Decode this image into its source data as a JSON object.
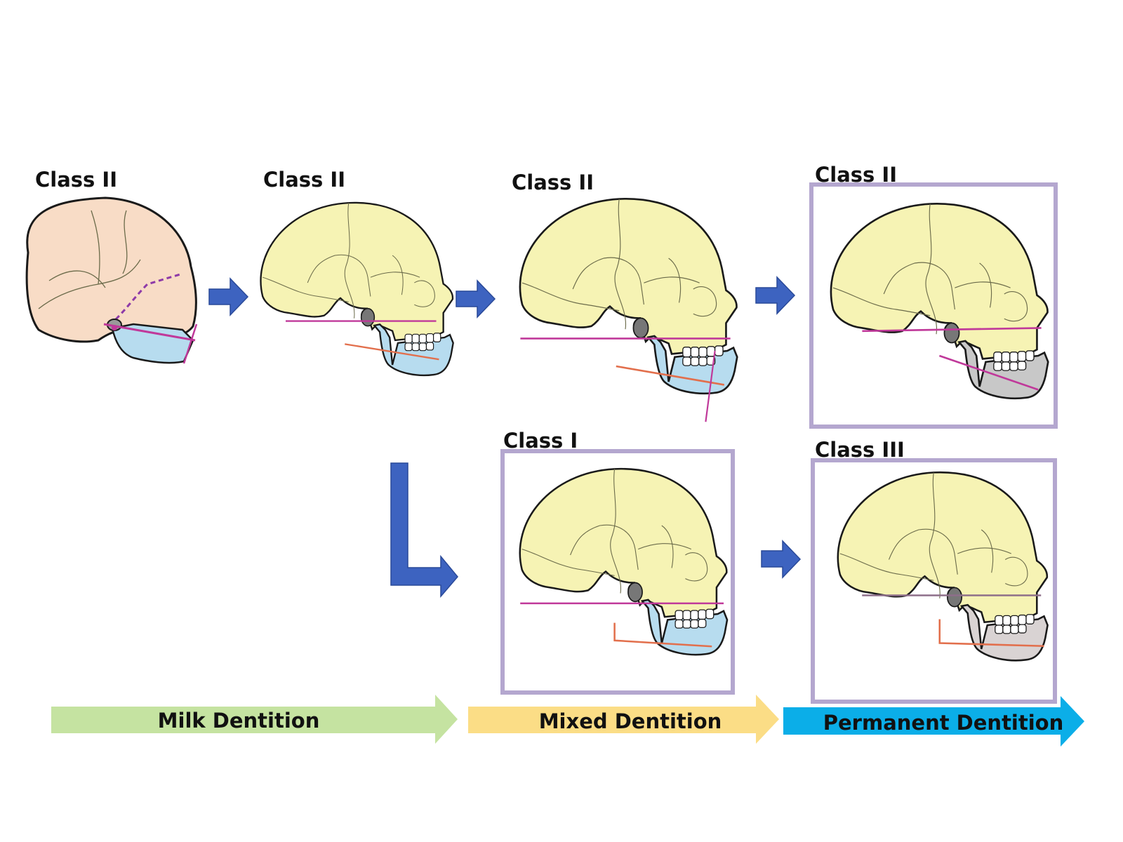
{
  "colors": {
    "infant_cranium": "#f8dcc6",
    "skull": "#f6f3b4",
    "jaw_class2": "#b7dcef",
    "jaw_permanent": "#c8c8c8",
    "jaw_class3": "#d9d3d3",
    "arrow": "#3d63c0",
    "milk_bar": "#c5e3a1",
    "mixed_bar": "#fbdd86",
    "permanent_bar": "#0baee8",
    "plane_line": "#c0399a",
    "ramus_line": "#e26f4c",
    "frame": "#b4a7cf"
  },
  "skulls": [
    {
      "id": "milk",
      "label": "Class II"
    },
    {
      "id": "early-mixed",
      "label": "Class II"
    },
    {
      "id": "mixed-class2",
      "label": "Class II"
    },
    {
      "id": "permanent-class2",
      "label": "Class II"
    },
    {
      "id": "mixed-class1",
      "label": "Class I"
    },
    {
      "id": "permanent-class3",
      "label": "Class III"
    }
  ],
  "stages": {
    "milk": "Milk Dentition",
    "mixed": "Mixed Dentition",
    "permanent": "Permanent Dentition"
  }
}
